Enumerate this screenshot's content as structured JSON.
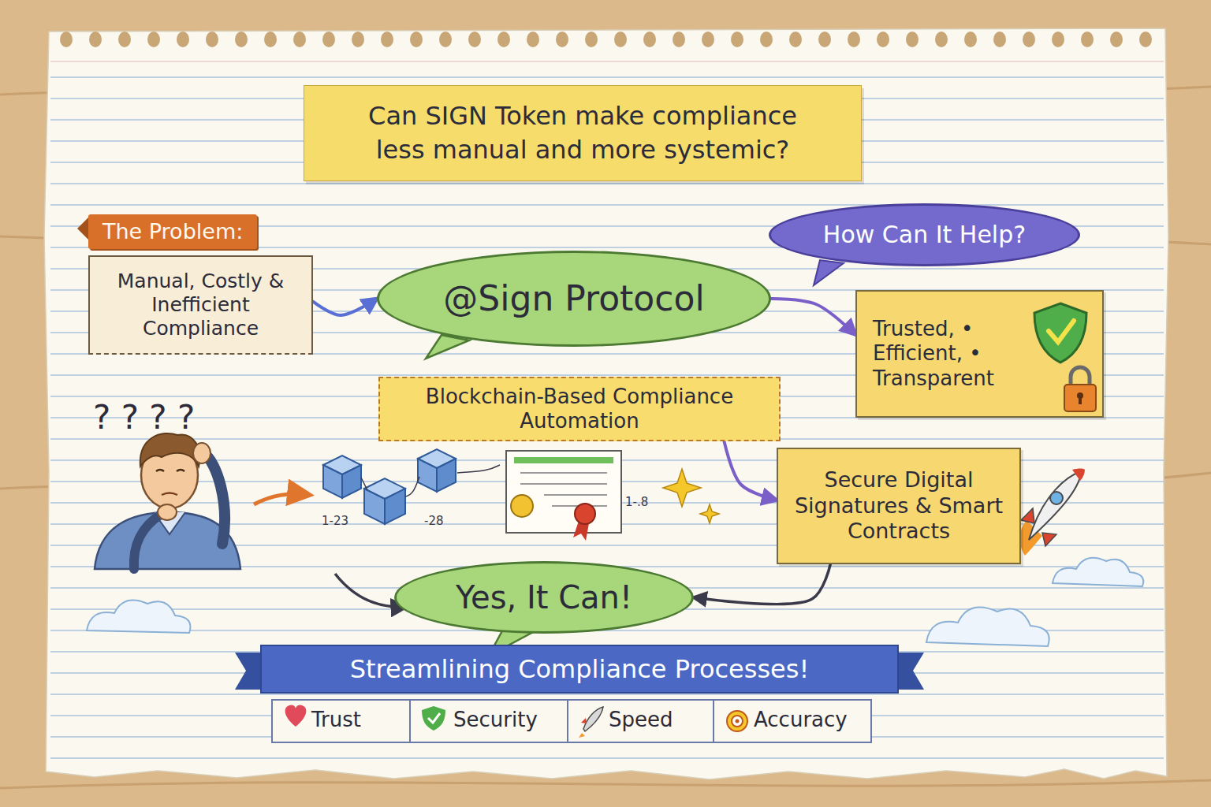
{
  "diagram": {
    "title": "Can SIGN Token make compliance less manual and more systemic?",
    "nodes": [
      {
        "text": [
          "The Problem:",
          "Manual, Costly & Inefficient Compliance"
        ]
      },
      {
        "text": [
          "@Sign Protocol"
        ]
      },
      {
        "text": [
          "How Can It Help?"
        ]
      },
      {
        "text": [
          "Trusted, • Efficient, • Transparent"
        ]
      },
      {
        "text": [
          "Blockchain-Based Compliance Automation"
        ]
      },
      {
        "text": [
          "Secure Digital Signatures & Smart Contracts"
        ]
      },
      {
        "text": [
          "Yes, It Can!"
        ]
      },
      {
        "text": [
          "Streamlining Compliance Processes!"
        ]
      }
    ],
    "edges": [
      {
        "from": 0,
        "to": 1,
        "arrow": "to"
      },
      {
        "from": 1,
        "to": 3,
        "arrow": "to"
      },
      {
        "from": 4,
        "to": 5,
        "arrow": "to"
      },
      {
        "from": 5,
        "to": 6,
        "arrow": "to"
      }
    ],
    "labels": [
      "? ? ? ?",
      "1-23",
      "-28",
      "1-.8",
      "Trust",
      "Security",
      "Speed",
      "Accuracy"
    ]
  }
}
